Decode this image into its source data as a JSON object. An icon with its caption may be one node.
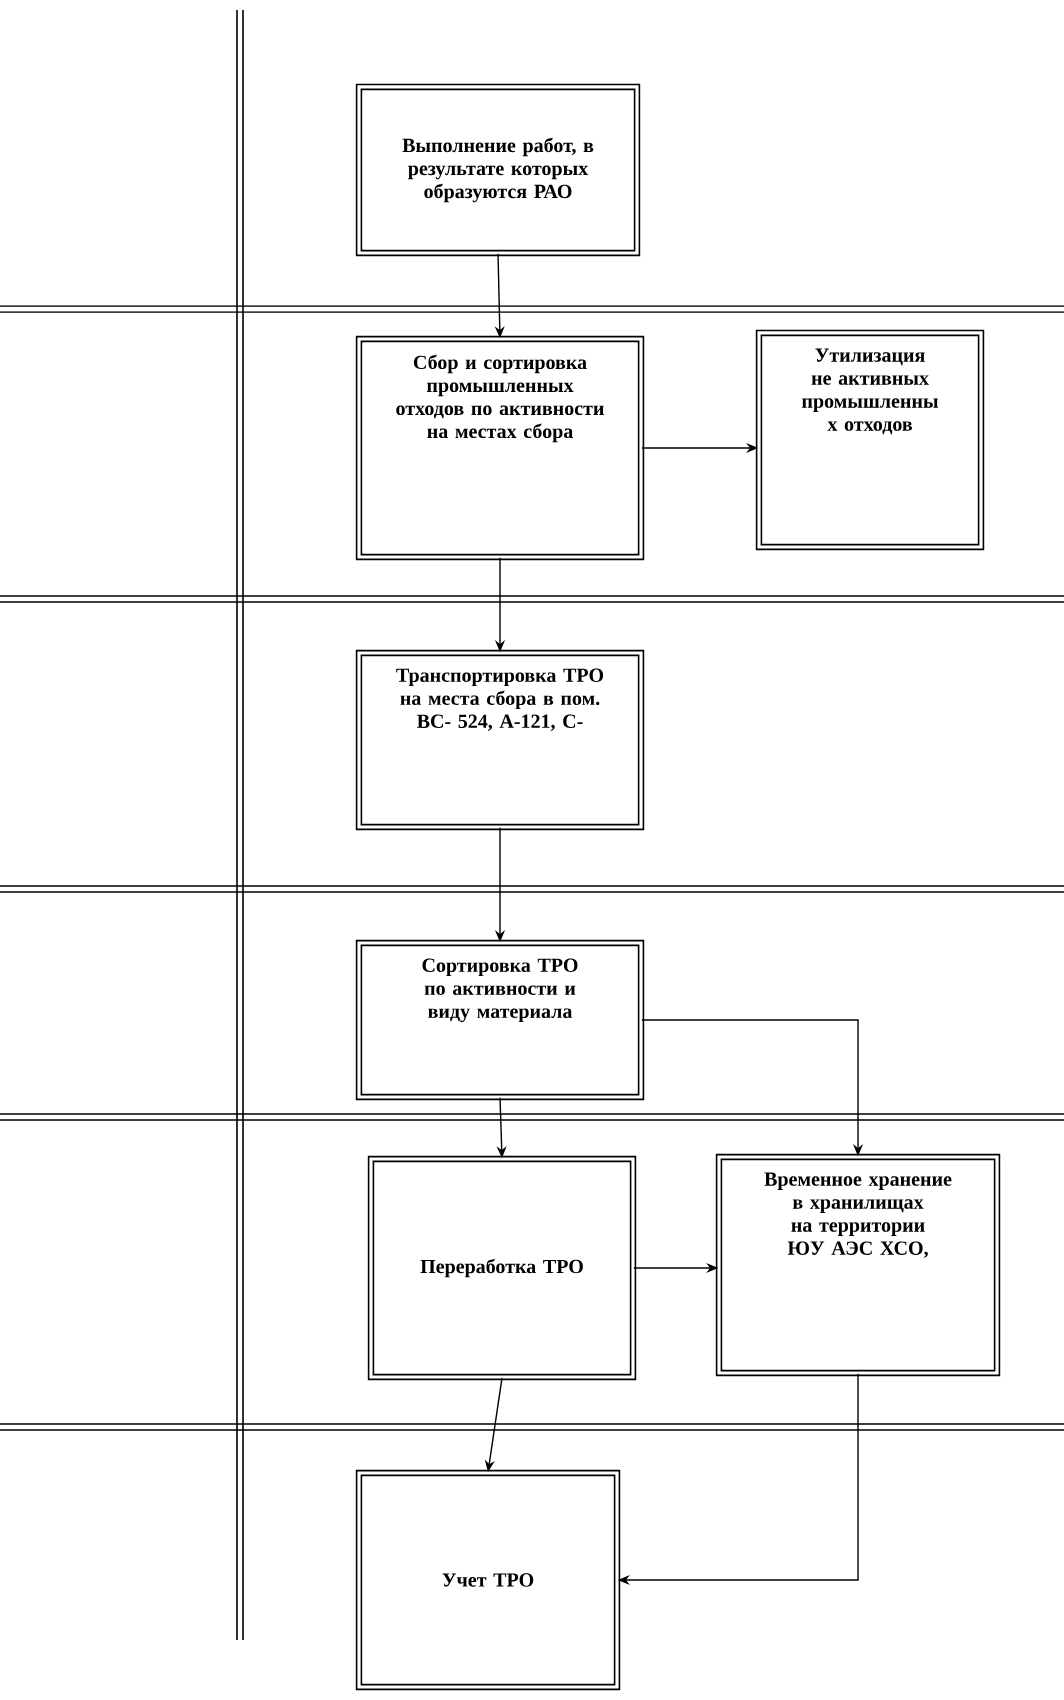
{
  "diagram": {
    "nodes": [
      {
        "text": [
          "Выполнение работ, в результате которых образуются РАО"
        ]
      },
      {
        "text": [
          "Сбор и сортировка промышленных отходов по активности на местах сбора"
        ]
      },
      {
        "text": [
          "Утилизация не активных промышленны х отходов"
        ]
      },
      {
        "text": [
          "Транспортировка ТРО на места сбора в пом. ВС- 524, А-121, С-"
        ]
      },
      {
        "text": [
          "Сортировка ТРО по активности и виду материала"
        ]
      },
      {
        "text": [
          "Переработка ТРО"
        ]
      },
      {
        "text": [
          "Временное хранение в хранилищах на территории ЮУ АЭС ХСО,"
        ]
      },
      {
        "text": [
          "Учет ТРО"
        ]
      }
    ],
    "edges": [
      {
        "from": 0,
        "to": 1,
        "arrow": "to"
      },
      {
        "from": 1,
        "to": 2,
        "arrow": "to"
      },
      {
        "from": 1,
        "to": 3,
        "arrow": "to"
      },
      {
        "from": 3,
        "to": 4,
        "arrow": "to"
      },
      {
        "from": 4,
        "to": 5,
        "arrow": "to"
      },
      {
        "from": 4,
        "to": 6,
        "arrow": "to"
      },
      {
        "from": 5,
        "to": 6,
        "arrow": "to"
      },
      {
        "from": 5,
        "to": 7,
        "arrow": "to"
      },
      {
        "from": 6,
        "to": 7,
        "arrow": "to"
      }
    ]
  }
}
